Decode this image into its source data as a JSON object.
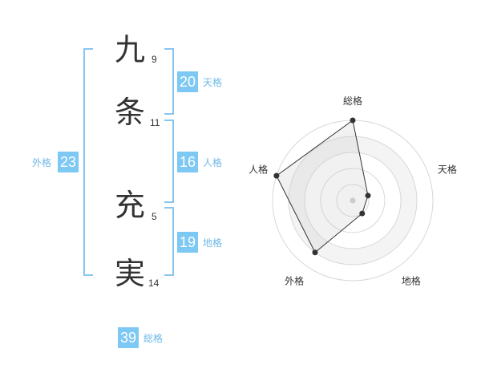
{
  "name": {
    "characters": [
      {
        "char": "九",
        "strokes": "9"
      },
      {
        "char": "条",
        "strokes": "11"
      },
      {
        "char": "充",
        "strokes": "5"
      },
      {
        "char": "実",
        "strokes": "14"
      }
    ]
  },
  "fortunes": {
    "tenkaku": {
      "value": "20",
      "label": "天格"
    },
    "jinkaku": {
      "value": "16",
      "label": "人格"
    },
    "chikaku": {
      "value": "19",
      "label": "地格"
    },
    "gaikaku": {
      "value": "23",
      "label": "外格"
    },
    "soukaku": {
      "value": "39",
      "label": "総格"
    }
  },
  "colors": {
    "accent": "#7ec8f4",
    "bracket": "#88c6ee",
    "text": "#333333"
  },
  "chart_data": {
    "type": "radar",
    "axes": [
      "総格",
      "天格",
      "地格",
      "外格",
      "人格"
    ],
    "rings": 5,
    "max": 5,
    "values": [
      5,
      1,
      1,
      4,
      5
    ]
  }
}
